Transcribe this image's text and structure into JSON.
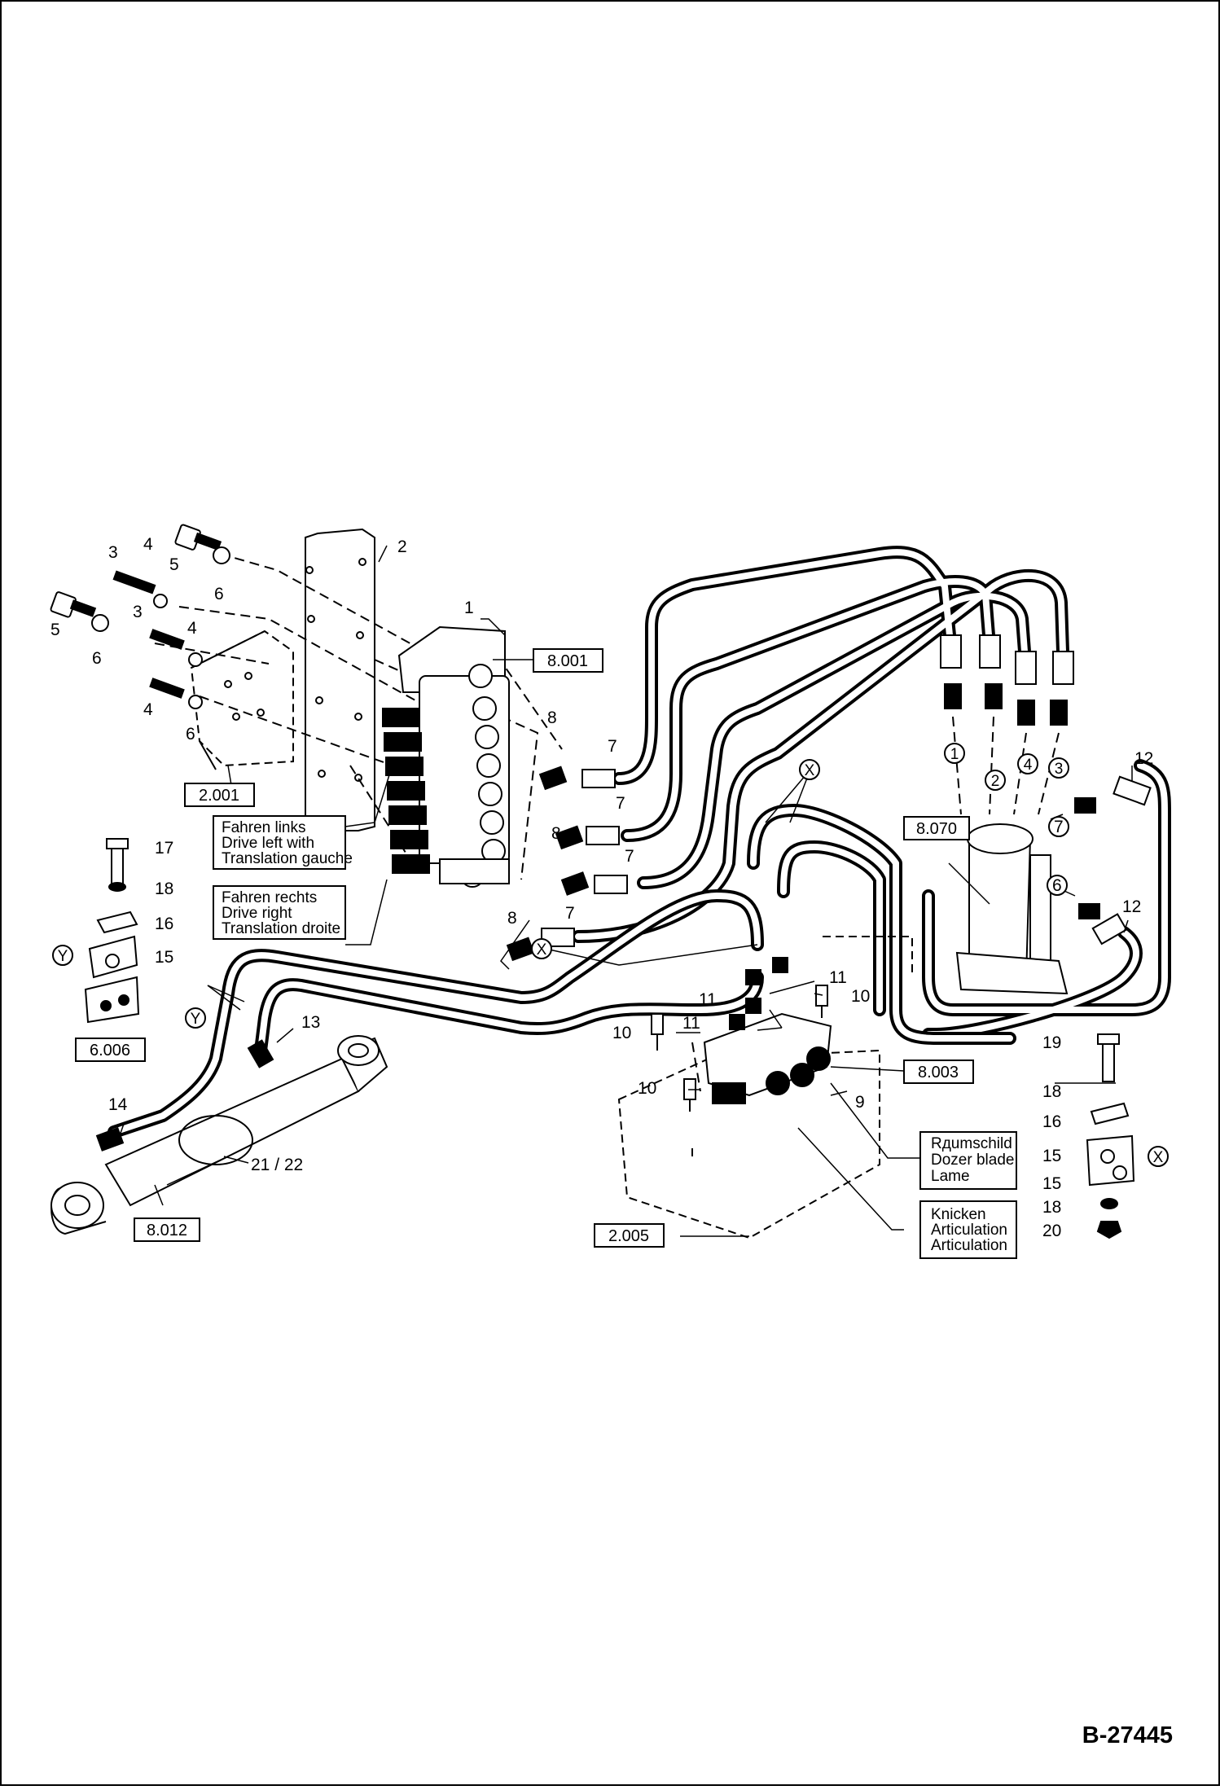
{
  "document": {
    "id": "B-27445"
  },
  "references": {
    "r8001": "8.001",
    "r2001": "2.001",
    "r6006": "6.006",
    "r8012": "8.012",
    "r8070": "8.070",
    "r8003": "8.003",
    "r2005": "2.005"
  },
  "labels": {
    "fahren_links": [
      "Fahren links",
      "Drive left with",
      "Translation gauche"
    ],
    "fahren_rechts": [
      "Fahren rechts",
      "Drive right",
      "Translation droite"
    ],
    "dozer_blade": [
      "Rдumschild",
      "Dozer blade",
      "Lame"
    ],
    "articulation": [
      "Knicken",
      "Articulation",
      "Articulation"
    ]
  },
  "callouts": {
    "c1": "1",
    "c2": "2",
    "c3a": "3",
    "c3b": "3",
    "c4a": "4",
    "c4b": "4",
    "c4c": "4",
    "c5a": "5",
    "c5b": "5",
    "c6a": "6",
    "c6b": "6",
    "c6c": "6",
    "c6d": "6",
    "c7a": "7",
    "c7b": "7",
    "c7c": "7",
    "c7d": "7",
    "c8a": "8",
    "c8b": "8",
    "c8c": "8",
    "c8d": "8",
    "c9": "9",
    "c10a": "10",
    "c10b": "10",
    "c10c": "10",
    "c11a": "11",
    "c11b": "11",
    "c11c": "11",
    "c12a": "12",
    "c12b": "12",
    "c13": "13",
    "c14": "14",
    "c15a": "15",
    "c15b": "15",
    "c15c": "15",
    "c16a": "16",
    "c16b": "16",
    "c17": "17",
    "c18a": "18",
    "c18b": "18",
    "c18c": "18",
    "c19": "19",
    "c20": "20",
    "c2122": "21 / 22"
  },
  "port_markers": {
    "p1": "1",
    "p2": "2",
    "p3": "4",
    "p4": "3"
  },
  "section_markers": {
    "x1": "X",
    "x2": "X",
    "x3": "X",
    "y1": "Y",
    "y2": "Y"
  }
}
